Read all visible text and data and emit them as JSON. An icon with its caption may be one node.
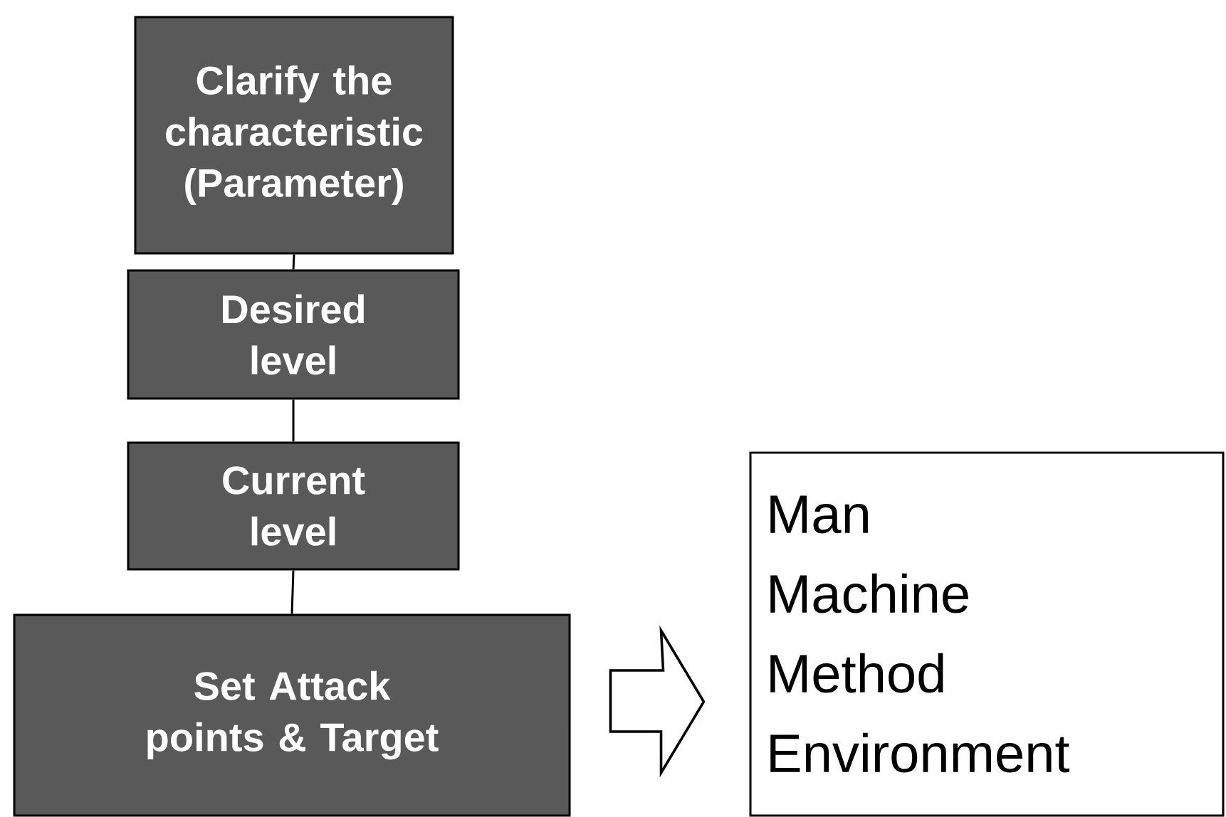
{
  "diagram": {
    "nodes": [
      {
        "text": [
          "Clarify the characteristic (Parameter)"
        ]
      },
      {
        "text": [
          "Desired level"
        ]
      },
      {
        "text": [
          "Current level"
        ]
      },
      {
        "text": [
          "Set Attack points & Target"
        ]
      },
      {
        "text": [
          "Man",
          "Machine",
          "Method",
          "Environment"
        ]
      }
    ],
    "edges": [
      {
        "from": 0,
        "to": 1,
        "arrow": "none"
      },
      {
        "from": 1,
        "to": 2,
        "arrow": "none"
      },
      {
        "from": 2,
        "to": 3,
        "arrow": "none"
      },
      {
        "from": 3,
        "to": 4,
        "arrow": "to",
        "style": "thick"
      }
    ]
  }
}
